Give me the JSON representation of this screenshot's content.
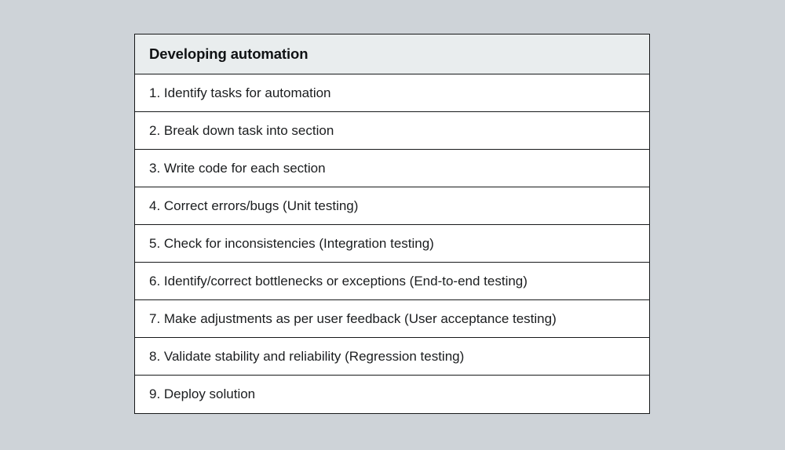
{
  "page": {
    "background_color": "#ced3d8"
  },
  "table": {
    "header": {
      "title": "Developing automation",
      "background_color": "#e9edee",
      "text_color": "#101214"
    },
    "border_color": "#17191a",
    "row_background_color": "#ffffff",
    "row_text_color": "#1b1d1f",
    "rows": [
      {
        "text": "1. Identify tasks for automation"
      },
      {
        "text": "2. Break down task into section"
      },
      {
        "text": "3. Write code for each section"
      },
      {
        "text": "4. Correct errors/bugs (Unit testing)"
      },
      {
        "text": "5. Check for inconsistencies (Integration testing)"
      },
      {
        "text": "6. Identify/correct bottlenecks or exceptions (End-to-end testing)"
      },
      {
        "text": "7. Make adjustments as per user feedback (User acceptance testing)"
      },
      {
        "text": "8. Validate stability and reliability (Regression testing)"
      },
      {
        "text": "9. Deploy solution"
      }
    ]
  }
}
